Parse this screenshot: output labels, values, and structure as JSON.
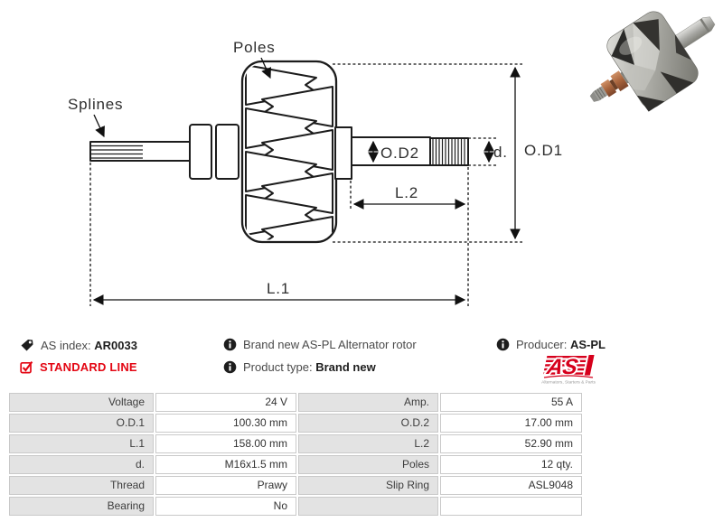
{
  "diagram": {
    "poles": "Poles",
    "splines": "Splines",
    "od1": "O.D1",
    "od2": "O.D2",
    "d": "d.",
    "l1": "L.1",
    "l2": "L.2"
  },
  "info": {
    "as_index_label": "AS index:",
    "as_index_value": "AR0033",
    "standard_line": "STANDARD LINE",
    "description": "Brand new AS-PL Alternator rotor",
    "product_type_label": "Product type:",
    "product_type_value": "Brand new",
    "producer_label": "Producer:",
    "producer_value": "AS-PL"
  },
  "logo": {
    "text": "AS",
    "caption": "Alternators, Starters & Parts"
  },
  "colors": {
    "brand_red": "#e30613",
    "diagram_line": "#1c1c1c",
    "table_label_bg": "#e3e3e3"
  },
  "table": {
    "rows": [
      {
        "c1_label": "Voltage",
        "c1_value": "24 V",
        "c2_label": "Amp.",
        "c2_value": "55 A"
      },
      {
        "c1_label": "O.D.1",
        "c1_value": "100.30 mm",
        "c2_label": "O.D.2",
        "c2_value": "17.00 mm"
      },
      {
        "c1_label": "L.1",
        "c1_value": "158.00 mm",
        "c2_label": "L.2",
        "c2_value": "52.90 mm"
      },
      {
        "c1_label": "d.",
        "c1_value": "M16x1.5 mm",
        "c2_label": "Poles",
        "c2_value": "12 qty."
      },
      {
        "c1_label": "Thread",
        "c1_value": "Prawy",
        "c2_label": "Slip Ring",
        "c2_value": "ASL9048"
      },
      {
        "c1_label": "Bearing",
        "c1_value": "No",
        "c2_label": "",
        "c2_value": ""
      }
    ]
  }
}
